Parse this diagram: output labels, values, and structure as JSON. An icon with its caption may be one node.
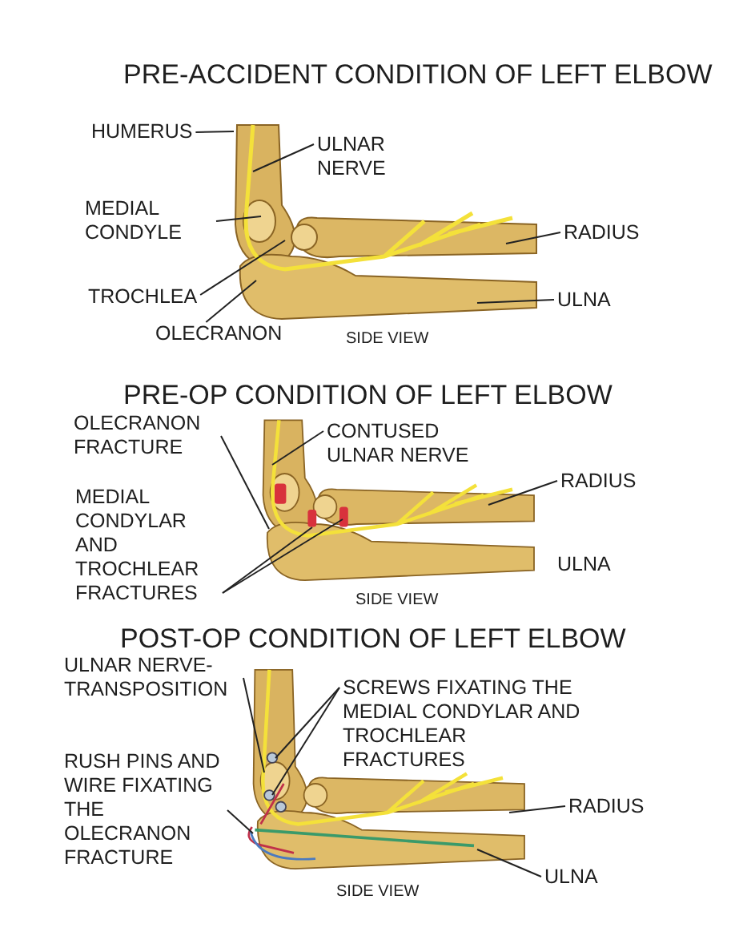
{
  "diagram": {
    "nodes": [
      {
        "text": [
          "HUMERUS"
        ]
      },
      {
        "text": [
          "ULNAR NERVE"
        ]
      },
      {
        "text": [
          "MEDIAL CONDYLE"
        ]
      },
      {
        "text": [
          "RADIUS"
        ]
      },
      {
        "text": [
          "TROCHLEA"
        ]
      },
      {
        "text": [
          "OLECRANON"
        ]
      },
      {
        "text": [
          "ULNA"
        ]
      },
      {
        "text": [
          "OLECRANON FRACTURE"
        ]
      },
      {
        "text": [
          "CONTUSED ULNAR NERVE"
        ]
      },
      {
        "text": [
          "RADIUS"
        ]
      },
      {
        "text": [
          "MEDIAL CONDYLAR AND TROCHLEAR FRACTURES"
        ]
      },
      {
        "text": [
          "ULNAR NERVE- TRANSPOSITION"
        ]
      },
      {
        "text": [
          "SCREWS FIXATING THE MEDIAL CONDYLAR AND TROCHLEAR FRACTURES"
        ]
      },
      {
        "text": [
          "RUSH PINS AND WIRE FIXATING THE OLECRANON FRACTURE"
        ]
      },
      {
        "text": [
          "RADIUS"
        ]
      },
      {
        "text": [
          "ULNA"
        ]
      }
    ],
    "edges": [
      {
        "from": 0,
        "to": null,
        "arrow": "none"
      },
      {
        "from": 1,
        "to": null,
        "arrow": "none"
      },
      {
        "from": 2,
        "to": null,
        "arrow": "none"
      },
      {
        "from": 3,
        "to": null,
        "arrow": "none"
      },
      {
        "from": 4,
        "to": null,
        "arrow": "none"
      },
      {
        "from": 5,
        "to": null,
        "arrow": "none"
      },
      {
        "from": 6,
        "to": null,
        "arrow": "none"
      },
      {
        "from": 7,
        "to": null,
        "arrow": "none"
      },
      {
        "from": 8,
        "to": null,
        "arrow": "none"
      },
      {
        "from": 9,
        "to": null,
        "arrow": "none"
      },
      {
        "from": 10,
        "to": null,
        "arrow": "none"
      },
      {
        "from": 10,
        "to": null,
        "arrow": "none"
      },
      {
        "from": 11,
        "to": null,
        "arrow": "none"
      },
      {
        "from": 12,
        "to": null,
        "arrow": "none"
      },
      {
        "from": 12,
        "to": null,
        "arrow": "none"
      },
      {
        "from": 13,
        "to": null,
        "arrow": "none"
      },
      {
        "from": 14,
        "to": null,
        "arrow": "none"
      },
      {
        "from": 15,
        "to": null,
        "arrow": "none"
      }
    ],
    "labels": [
      "PRE-ACCIDENT CONDITION OF LEFT ELBOW",
      "SIDE VIEW",
      "PRE-OP CONDITION OF LEFT ELBOW",
      "ULNA",
      "SIDE VIEW",
      "POST-OP CONDITION OF LEFT ELBOW",
      "SIDE VIEW"
    ]
  }
}
